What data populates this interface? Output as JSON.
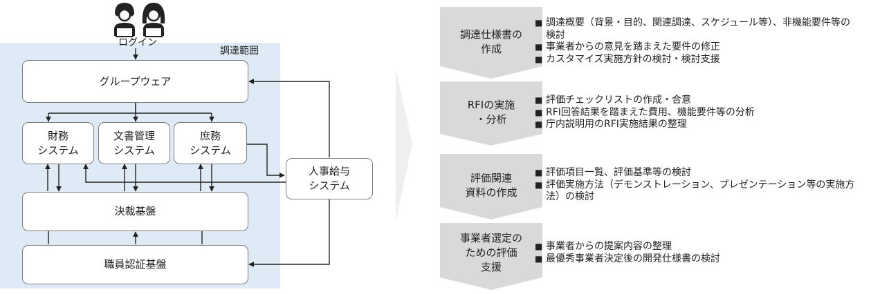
{
  "left": {
    "login_label": "ログイン",
    "scope_label": "調達範囲",
    "groupware": "グループウェア",
    "finance": "財務\nシステム",
    "document": "文書管理\nシステム",
    "general": "庶務\nシステム",
    "approval": "決裁基盤",
    "auth": "職員認証基盤",
    "hr": "人事給与\nシステム",
    "users_icon": "two-users-icon",
    "scope_bg": "#deeaf6"
  },
  "steps": [
    {
      "title": "調達仕様書の\n作成",
      "items": [
        "調達概要（背景・目的、関連調達、スケジュール等）、非機能要件等の検討",
        "事業者からの意見を踏まえた要件の修正",
        "カスタマイズ実施方針の検討・検討支援"
      ]
    },
    {
      "title": "RFIの実施\n・分析",
      "items": [
        "評価チェックリストの作成・合意",
        "RFI回答結果を踏まえた費用、機能要件等の分析",
        "庁内説明用のRFI実施結果の整理"
      ]
    },
    {
      "title": "評価関連\n資料の作成",
      "items": [
        "評価項目一覧、評価基準等の検討",
        "評価実施方法（デモンストレーション、プレゼンテーション等の実施方法）の検討"
      ]
    },
    {
      "title": "事業者選定の\nための評価\n支援",
      "items": [
        "事業者からの提案内容の整理",
        "最優秀事業者決定後の開発仕様書の検討"
      ]
    }
  ],
  "colors": {
    "chevron": "#d9d9d9",
    "line": "#222222",
    "box_border": "#7d7d7d"
  }
}
